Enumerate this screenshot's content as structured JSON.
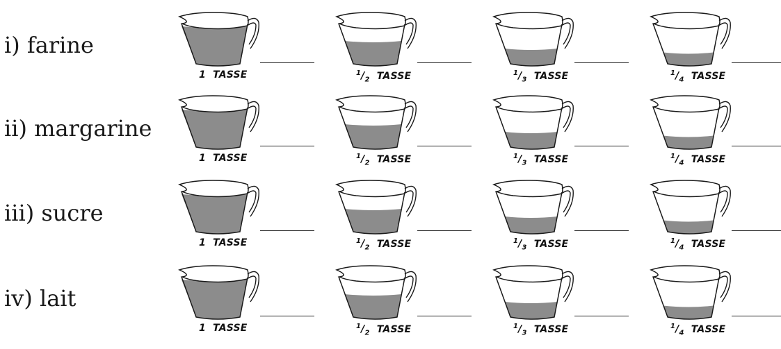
{
  "rows": [
    {
      "label": "i) farine"
    },
    {
      "label": "ii) margarine"
    },
    {
      "label": "iii) sucre"
    },
    {
      "label": "iv) lait"
    }
  ],
  "cups": [
    {
      "whole": "1",
      "num": "",
      "den": "",
      "unit": "TASSE",
      "fill": 1.0
    },
    {
      "whole": "",
      "num": "1",
      "den": "2",
      "unit": "TASSE",
      "fill": 0.5
    },
    {
      "whole": "",
      "num": "1",
      "den": "3",
      "unit": "TASSE",
      "fill": 0.333
    },
    {
      "whole": "",
      "num": "1",
      "den": "4",
      "unit": "TASSE",
      "fill": 0.25
    }
  ],
  "colors": {
    "fill": "#8c8c8c",
    "stroke": "#1a1a1a"
  }
}
